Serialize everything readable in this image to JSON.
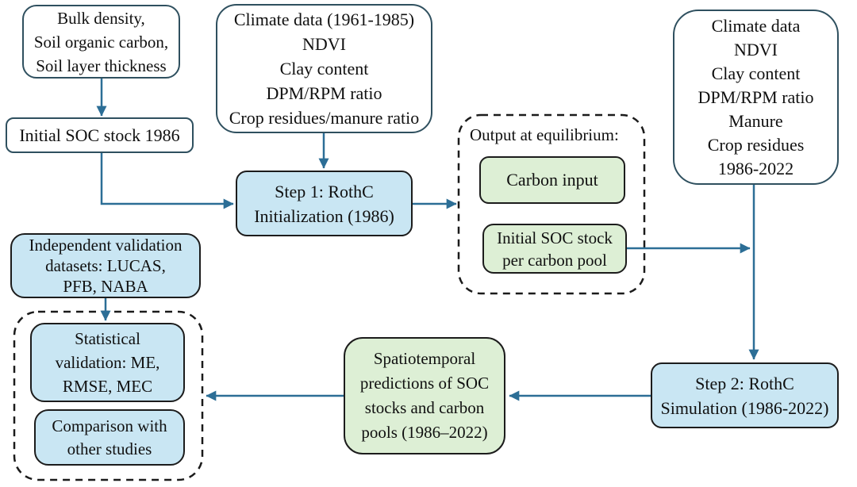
{
  "colors": {
    "box_blue": "#c9e6f3",
    "box_green": "#ddefd5",
    "box_white": "#ffffff",
    "dark_border": "#1c1c1c",
    "white_box_border": "#2f505f",
    "arrow": "#2c6e96",
    "text": "#101010"
  },
  "nodes": {
    "bulk_density": "Bulk density,\nSoil organic carbon,\nSoil layer thickness",
    "initial_soc_1986": "Initial SOC stock 1986",
    "climate_1961_1985": "Climate data (1961-1985)\nNDVI\nClay content\nDPM/RPM ratio\nCrop residues/manure ratio",
    "climate_1986_2022": "Climate data\nNDVI\nClay content\nDPM/RPM ratio\nManure\nCrop residues\n1986-2022",
    "step1": "Step 1: RothC\nInitialization (1986)",
    "output_at_equilibrium_label": "Output at equilibrium:",
    "carbon_input": "Carbon input",
    "initial_soc_per_pool": "Initial SOC stock\nper carbon pool",
    "independent_validation": "Independent validation\ndatasets: LUCAS,\nPFB, NABA",
    "statistical_validation": "Statistical\nvalidation: ME,\nRMSE, MEC",
    "comparison_other_studies": "Comparison with\nother studies",
    "spatiotemporal_predictions": "Spatiotemporal\npredictions of SOC\nstocks and carbon\npools (1986–2022)",
    "step2": "Step 2: RothC\nSimulation (1986-2022)"
  },
  "edges": [
    {
      "from": "bulk_density",
      "to": "initial_soc_1986"
    },
    {
      "from": "initial_soc_1986",
      "to": "step1"
    },
    {
      "from": "climate_1961_1985",
      "to": "step1"
    },
    {
      "from": "step1",
      "to": "output_at_equilibrium_group"
    },
    {
      "from": "initial_soc_per_pool",
      "to": "step2"
    },
    {
      "from": "climate_1986_2022",
      "to": "step2"
    },
    {
      "from": "step2",
      "to": "spatiotemporal_predictions"
    },
    {
      "from": "spatiotemporal_predictions",
      "to": "validation_group"
    },
    {
      "from": "independent_validation",
      "to": "statistical_validation"
    }
  ]
}
